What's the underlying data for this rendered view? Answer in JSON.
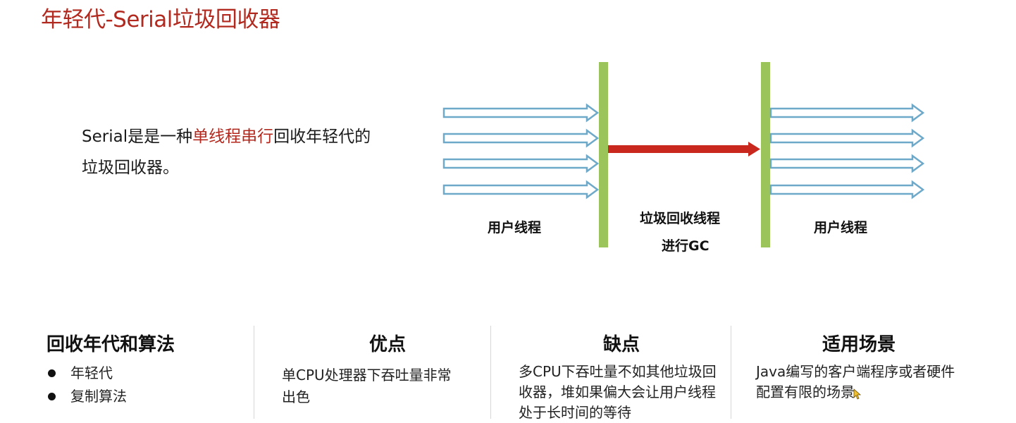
{
  "slide": {
    "title": "年轻代-Serial垃圾回收器"
  },
  "intro": {
    "prefix": "Serial是是一种",
    "highlight": "单线程串行",
    "suffix": "回收年轻代的垃圾回收器。"
  },
  "diagram": {
    "left_label": "用户线程",
    "center_label_line1": "垃圾回收线程",
    "center_label_line2": "进行GC",
    "right_label": "用户线程",
    "colors": {
      "bar": "#9bc45a",
      "user_arrow_stroke": "#6ea9c9",
      "gc_arrow": "#c8281d"
    }
  },
  "columns": [
    {
      "heading": "回收年代和算法",
      "bullets": [
        "年轻代",
        "复制算法"
      ]
    },
    {
      "heading": "优点",
      "text": "单CPU处理器下吞吐量非常出色"
    },
    {
      "heading": "缺点",
      "text": "多CPU下吞吐量不如其他垃圾回收器，堆如果偏大会让用户线程处于长时间的等待"
    },
    {
      "heading": "适用场景",
      "text": "Java编写的客户端程序或者硬件配置有限的场景"
    }
  ]
}
